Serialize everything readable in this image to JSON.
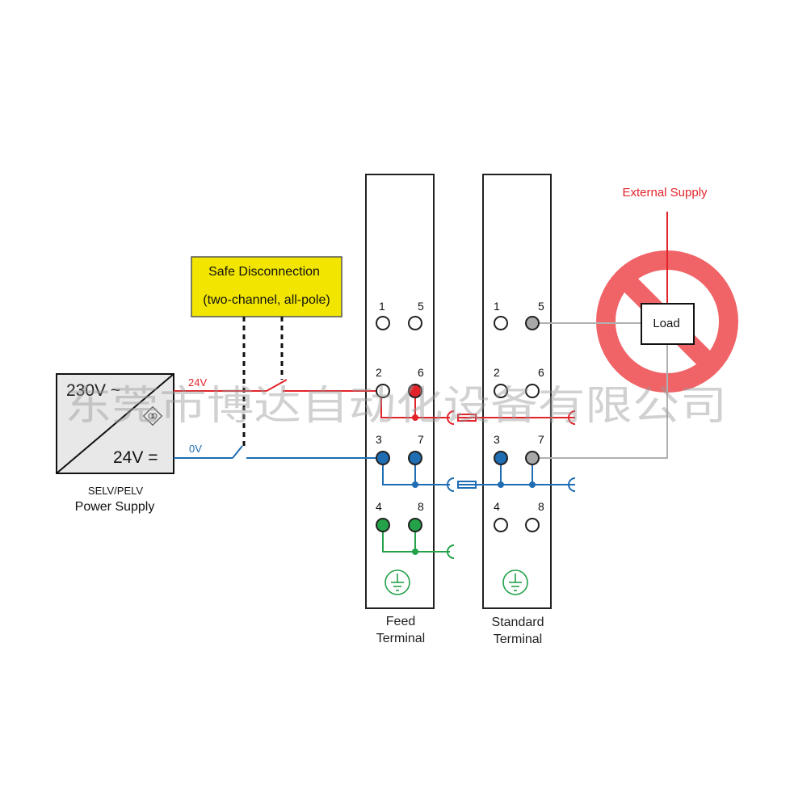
{
  "safe_disconnection": {
    "title": "Safe Disconnection",
    "subtitle": "(two-channel, all-pole)",
    "fill": "#f2e600"
  },
  "power_supply": {
    "input_label": "230V ~",
    "output_label": "24V =",
    "type_label": "SELV/PELV",
    "name_label": "Power Supply"
  },
  "wires": {
    "v24_label": "24V",
    "v0_label": "0V",
    "red": "#e2242a",
    "blue": "#1f6db3",
    "green": "#24a24a",
    "gray": "#b0b0b0"
  },
  "feed_terminal": {
    "label_line1": "Feed",
    "label_line2": "Terminal",
    "pins": [
      "1",
      "5",
      "2",
      "6",
      "3",
      "7",
      "4",
      "8"
    ]
  },
  "standard_terminal": {
    "label_line1": "Standard",
    "label_line2": "Terminal",
    "pins": [
      "1",
      "5",
      "2",
      "6",
      "3",
      "7",
      "4",
      "8"
    ]
  },
  "external_supply": {
    "label": "External Supply",
    "load_label": "Load",
    "prohibit_color": "#f06468"
  },
  "watermark": "东莞市博达自动化设备有限公司",
  "icons": {
    "ground": "ground-symbol-icon",
    "prohibited": "prohibited-sign-icon",
    "transformer": "transformer-isolation-icon"
  }
}
